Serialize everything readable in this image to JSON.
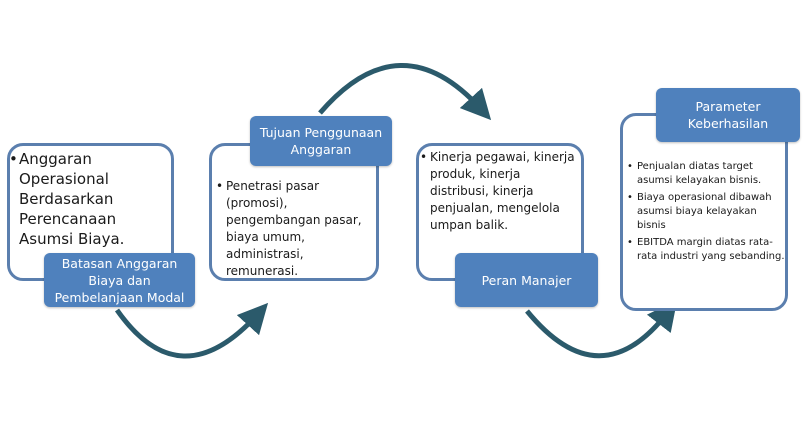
{
  "diagram": {
    "colors": {
      "label_fill": "#4f81bd",
      "box_border": "#5b7fae",
      "arrow": "#2b5a6b",
      "text": "#1a1a1a"
    },
    "steps": [
      {
        "label": "Batasan Anggaran Biaya dan Pembelanjaan Modal",
        "bullets": [
          "Anggaran Operasional Berdasarkan Perencanaan Asumsi Biaya."
        ]
      },
      {
        "label": "Tujuan Penggunaan Anggaran",
        "bullets": [
          "Penetrasi pasar (promosi), pengembangan pasar, biaya umum, administrasi, remunerasi."
        ]
      },
      {
        "label": "Peran Manajer",
        "bullets": [
          "Kinerja pegawai, kinerja produk, kinerja distribusi, kinerja penjualan, mengelola umpan balik."
        ]
      },
      {
        "label": "Parameter Keberhasilan",
        "bullets": [
          "Penjualan diatas target asumsi kelayakan bisnis.",
          "Biaya operasional dibawah asumsi biaya kelayakan bisnis",
          "EBITDA margin diatas rata-rata industri yang sebanding."
        ]
      }
    ],
    "connectors": [
      {
        "from": 1,
        "to": 2,
        "direction": "down-curve"
      },
      {
        "from": 2,
        "to": 3,
        "direction": "up-curve"
      },
      {
        "from": 3,
        "to": 4,
        "direction": "down-curve"
      }
    ]
  }
}
